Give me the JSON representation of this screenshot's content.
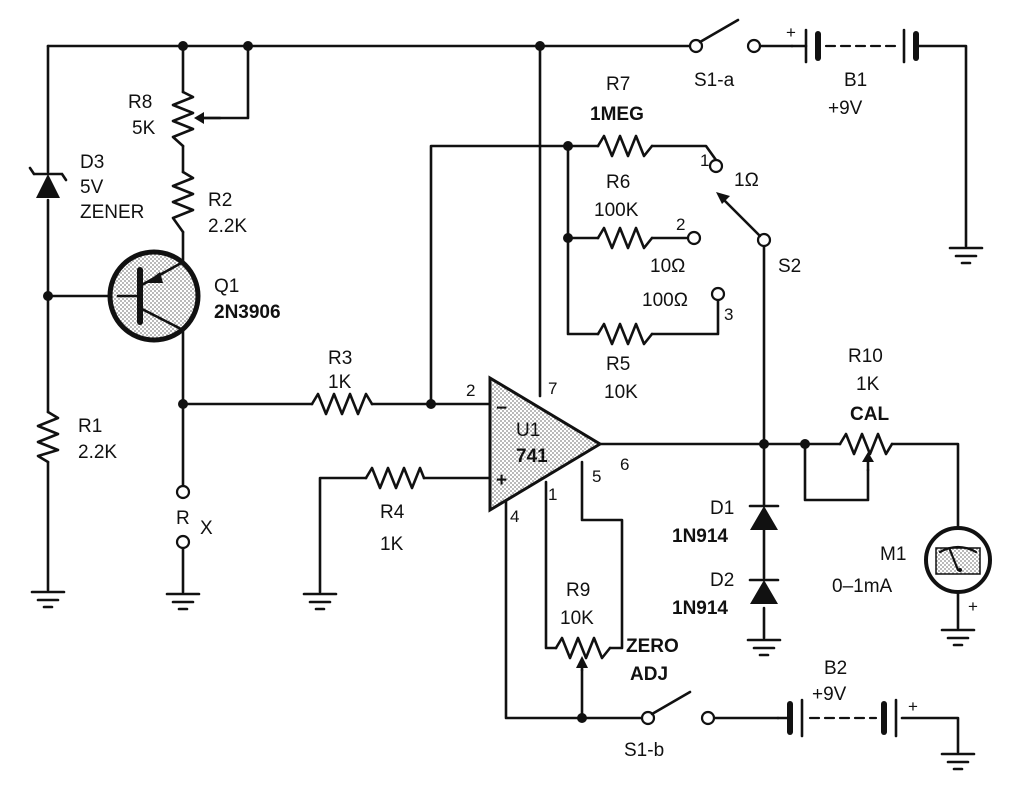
{
  "labels": {
    "d3_ref": "D3",
    "d3_val": "5V",
    "d3_type": "ZENER",
    "r8_ref": "R8",
    "r8_val": "5K",
    "r2_ref": "R2",
    "r2_val": "2.2K",
    "q1_ref": "Q1",
    "q1_val": "2N3906",
    "r1_ref": "R1",
    "r1_val": "2.2K",
    "rx_r": "R",
    "rx_x": "X",
    "r3_ref": "R3",
    "r3_val": "1K",
    "r4_ref": "R4",
    "r4_val": "1K",
    "r7_ref": "R7",
    "r7_val": "1MEG",
    "r6_ref": "R6",
    "r6_val": "100K",
    "r5_ref": "R5",
    "r5_val": "10K",
    "s2_pos1": "1Ω",
    "s2_pos2": "10Ω",
    "s2_pos3": "100Ω",
    "s2_ref": "S2",
    "s1a_ref": "S1-a",
    "b1_ref": "B1",
    "b1_val": "+9V",
    "u1_ref": "U1",
    "u1_val": "741",
    "r9_ref": "R9",
    "r9_val": "10K",
    "zero": "ZERO",
    "adj": "ADJ",
    "r10_ref": "R10",
    "r10_val": "1K",
    "cal": "CAL",
    "d1_ref": "D1",
    "d1_val": "1N914",
    "d2_ref": "D2",
    "d2_val": "1N914",
    "m1_ref": "M1",
    "m1_val": "0–1mA",
    "s1b_ref": "S1-b",
    "b2_ref": "B2",
    "b2_val": "+9V",
    "plus": "+",
    "minus": "−",
    "pin_1": "1",
    "pin_2": "2",
    "pin_3": "3",
    "pin_4": "4",
    "pin_5": "5",
    "pin_6": "6",
    "pin_7": "7"
  },
  "colors": {
    "ink": "#111111",
    "paper": "#ffffff",
    "q1_fill": "#d9d9d9"
  }
}
